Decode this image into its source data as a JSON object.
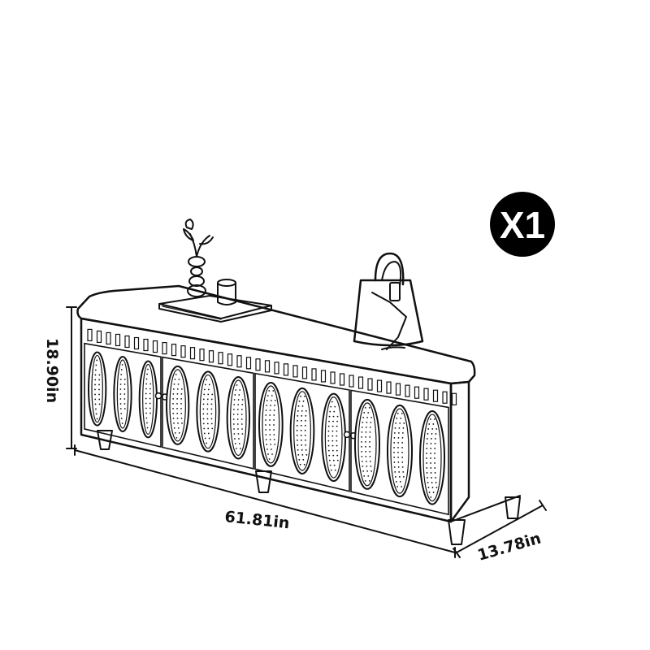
{
  "quantity_badge": {
    "label": "X1",
    "background": "#000000",
    "text_color": "#ffffff"
  },
  "dimensions": {
    "height": "18.90in",
    "width": "61.81in",
    "depth": "13.78in"
  },
  "icons": {
    "plant": "plant-vase-icon",
    "book": "book-icon",
    "candle": "candle-icon",
    "handbag": "handbag-icon"
  },
  "colors": {
    "line": "#111111",
    "background": "#ffffff"
  }
}
